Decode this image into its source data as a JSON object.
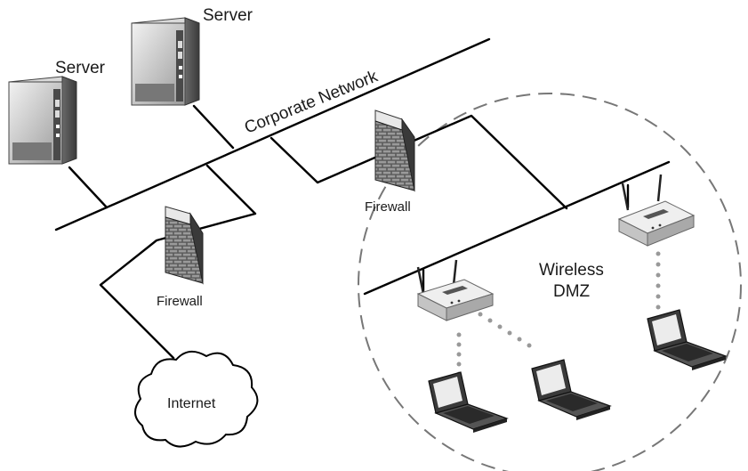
{
  "labels": {
    "server_left": "Server",
    "server_right": "Server",
    "corporate_network": "Corporate Network",
    "firewall_left": "Firewall",
    "firewall_middle": "Firewall",
    "wireless_dmz_line1": "Wireless",
    "wireless_dmz_line2": "DMZ",
    "internet": "Internet"
  },
  "colors": {
    "line": "#000000",
    "dmz_boundary": "#777777",
    "device_light": "#e6e6e6",
    "device_mid": "#b8b8b8",
    "device_dark": "#4a4a4a"
  },
  "icons": [
    "server-icon",
    "firewall-icon",
    "cloud-icon",
    "wireless-access-point-icon",
    "laptop-icon"
  ]
}
